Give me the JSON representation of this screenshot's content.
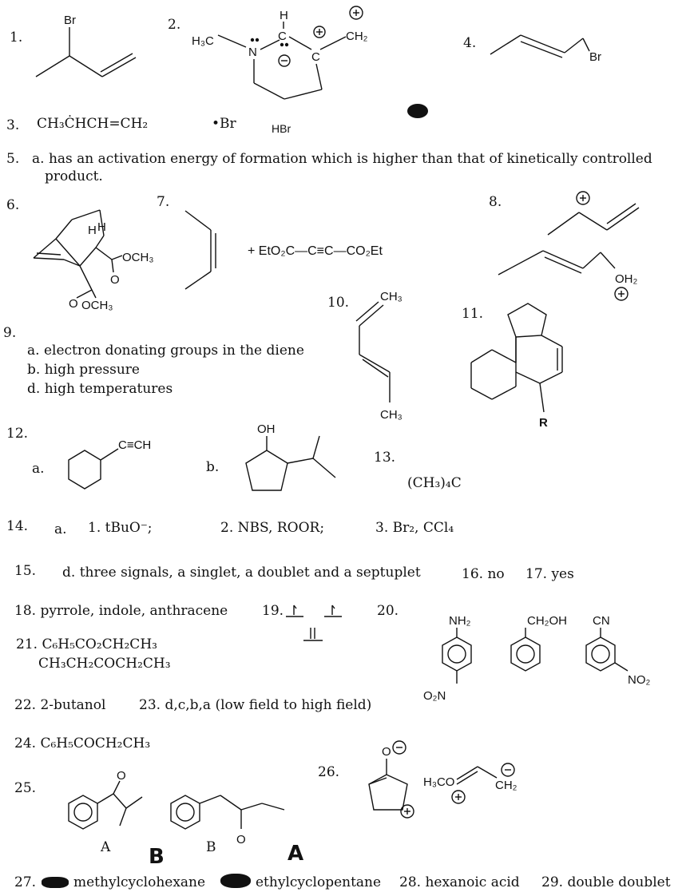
{
  "n1": "1.",
  "n2": "2.",
  "n3": "3.",
  "n4": "4.",
  "n5": "5.",
  "n6": "6.",
  "n7": "7.",
  "n8": "8.",
  "n9": "9.",
  "n10": "10.",
  "n11": "11.",
  "n12": "12.",
  "n13": "13.",
  "n14": "14.",
  "n15": "15.",
  "ans3_formula": "CH₃ĊHCH=CH₂",
  "ans3_br": "•Br",
  "ans3_hbr": "HBr",
  "ans5": "a. has an activation energy of formation which is higher than that of kinetically controlled",
  "ans5b": "product.",
  "ans9a": "a. electron donating groups in the diene",
  "ans9b": "b. high pressure",
  "ans9c": "d. high temperatures",
  "ans12a": "a.",
  "ans12b": "b.",
  "ans13": "(CH₃)₄C",
  "ans14a": "a.",
  "ans14_1": "1. tBuO⁻;",
  "ans14_2": "2. NBS, ROOR;",
  "ans14_3": "3. Br₂, CCl₄",
  "ans15": "d. three signals, a singlet, a doublet and a septuplet",
  "ans16": "16. no",
  "ans17": "17. yes",
  "ans18": "18. pyrrole, indole, anthracene",
  "ans19": "19.",
  "ans20": "20.",
  "ans21a": "21. C₆H₅CO₂CH₂CH₃",
  "ans21b": "CH₃CH₂COCH₂CH₃",
  "ans22": "22. 2-butanol",
  "ans23": "23. d,c,b,a (low field to high field)",
  "ans24": "24. C₆H₅COCH₂CH₃",
  "ans25": "25.",
  "ans25A": "A",
  "ans25B": "B",
  "ans26": "26.",
  "markB": "B",
  "markA": "A",
  "ans27": "27.",
  "ans27a": "methylcyclohexane",
  "ans27b": "ethylcyclopentane",
  "ans28": "28. hexanoic acid",
  "ans29": "29. double doublet",
  "lbl_br": "Br",
  "lbl_h3c": "H₃C",
  "lbl_n": "N",
  "lbl_h": "H",
  "lbl_c": "C",
  "lbl_ch2": "CH₂",
  "lbl_och3": "OCH₃",
  "lbl_o": "O",
  "lbl_dienophile": "+ EtO₂C—C≡C—CO₂Et",
  "lbl_oh2": "OH₂",
  "lbl_ch3": "CH₃",
  "lbl_r": "R",
  "lbl_ch": "C≡CH",
  "lbl_oh": "OH",
  "lbl_nh2": "NH₂",
  "lbl_o2n": "O₂N",
  "lbl_ch2oh": "CH₂OH",
  "lbl_cn": "CN",
  "lbl_no2": "NO₂",
  "lbl_h3co": "H₃CO"
}
